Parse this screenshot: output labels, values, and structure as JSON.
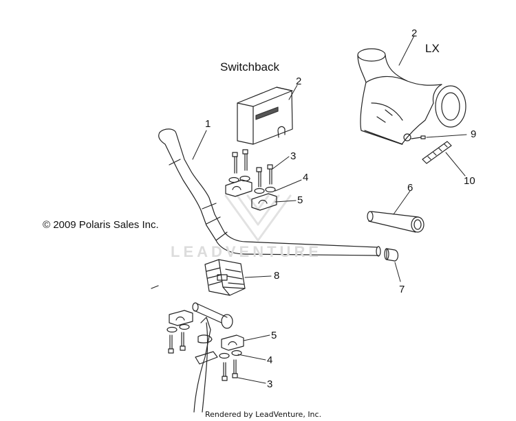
{
  "titles": {
    "switchback": "Switchback",
    "lx": "LX"
  },
  "copyright": "© 2009 Polaris Sales Inc.",
  "watermark": "LEADVENTURE",
  "footer": "Rendered by LeadVenture, Inc.",
  "callouts": {
    "c1": "1",
    "c2a": "2",
    "c2b": "2",
    "c3a": "3",
    "c3b": "3",
    "c4a": "4",
    "c4b": "4",
    "c5a": "5",
    "c5b": "5",
    "c6": "6",
    "c7": "7",
    "c8": "8",
    "c9": "9",
    "c10": "10"
  }
}
